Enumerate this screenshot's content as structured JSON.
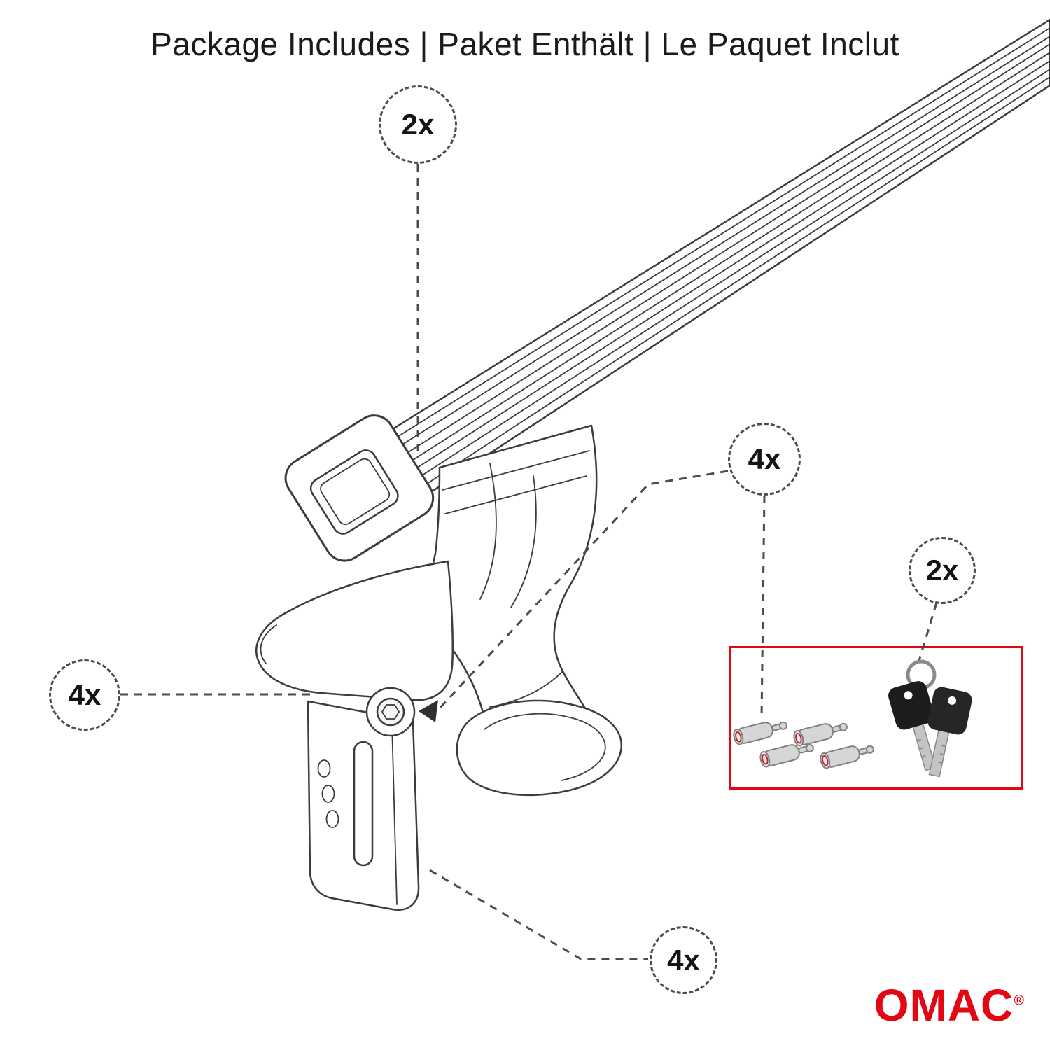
{
  "title": "Package Includes | Paket Enthält | Le Paquet Inclut",
  "callouts": {
    "crossbar": "2x",
    "foot": "4x",
    "locks": "4x",
    "keys": "2x",
    "clamp": "4x"
  },
  "logo": {
    "text": "OMAC",
    "trademark": "®"
  },
  "colors": {
    "accent_red": "#e30613",
    "line": "#3c3c3c"
  }
}
